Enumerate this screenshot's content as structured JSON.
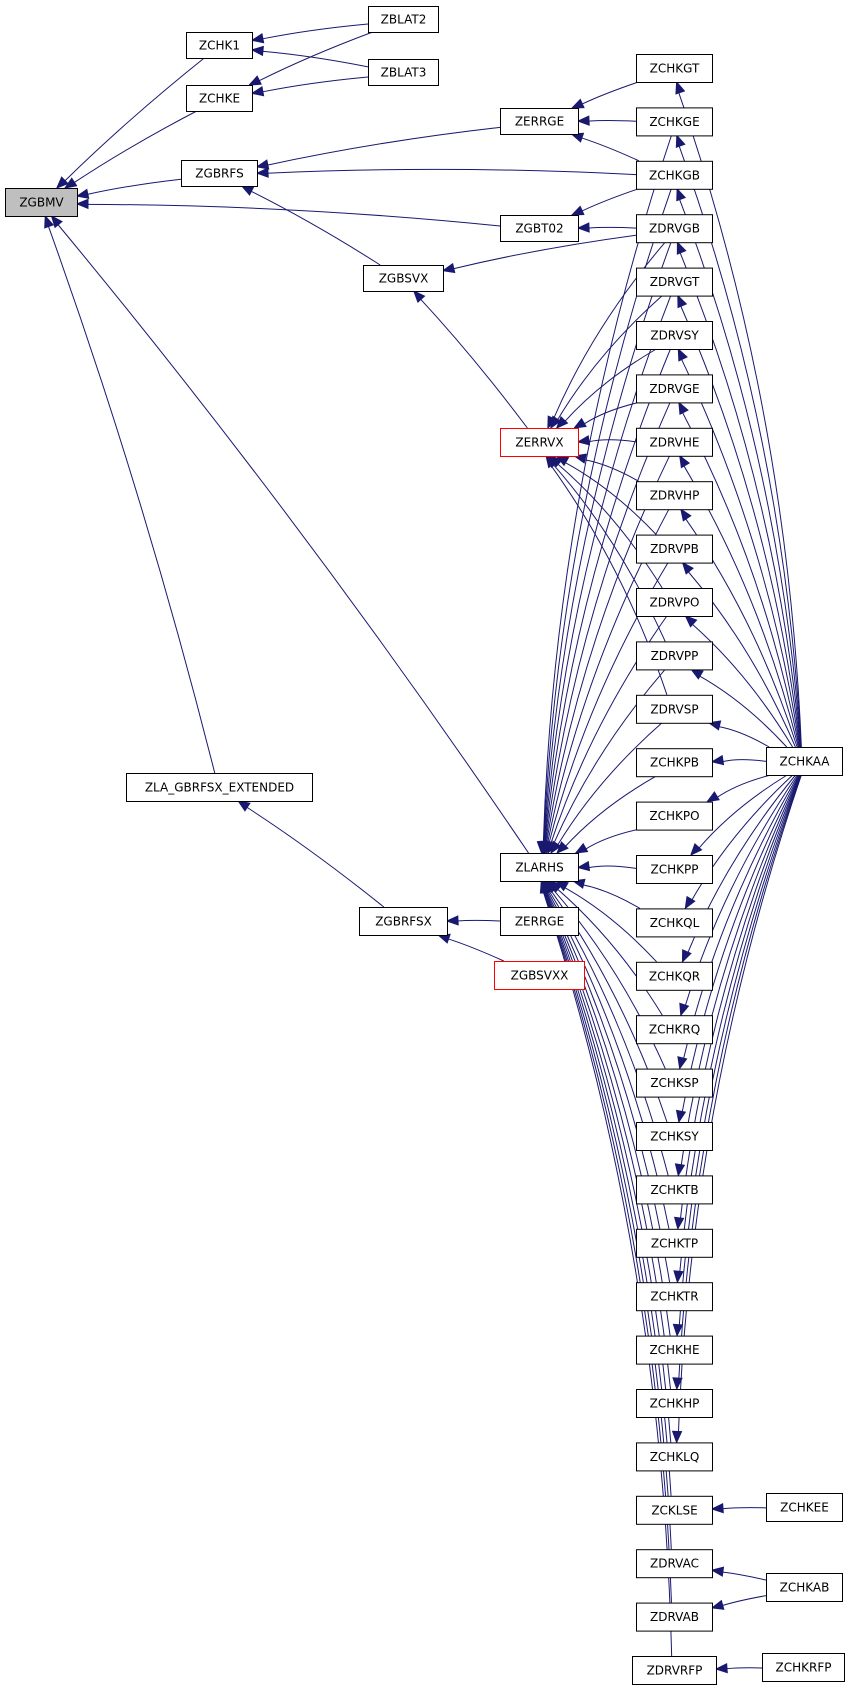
{
  "diagram": {
    "nodes": [
      {
        "id": "ZGBMV",
        "label": "ZGBMV",
        "style": "root"
      },
      {
        "id": "ZCHK1",
        "label": "ZCHK1"
      },
      {
        "id": "ZCHKE",
        "label": "ZCHKE"
      },
      {
        "id": "ZBLAT2",
        "label": "ZBLAT2"
      },
      {
        "id": "ZBLAT3",
        "label": "ZBLAT3"
      },
      {
        "id": "ZGBRFS",
        "label": "ZGBRFS"
      },
      {
        "id": "ZERRGE_A",
        "label": "ZERRGE"
      },
      {
        "id": "ZGBT02",
        "label": "ZGBT02"
      },
      {
        "id": "ZGBSVX",
        "label": "ZGBSVX"
      },
      {
        "id": "ZERRVX",
        "label": "ZERRVX",
        "style": "red"
      },
      {
        "id": "ZLA_GBRFSX_EXTENDED",
        "label": "ZLA_GBRFSX_EXTENDED"
      },
      {
        "id": "ZLARHS",
        "label": "ZLARHS"
      },
      {
        "id": "ZGBRFSX",
        "label": "ZGBRFSX"
      },
      {
        "id": "ZERRGE_B",
        "label": "ZERRGE"
      },
      {
        "id": "ZGBSVXX",
        "label": "ZGBSVXX",
        "style": "red"
      },
      {
        "id": "ZCHKGT",
        "label": "ZCHKGT"
      },
      {
        "id": "ZCHKGE",
        "label": "ZCHKGE"
      },
      {
        "id": "ZCHKGB",
        "label": "ZCHKGB"
      },
      {
        "id": "ZDRVGB",
        "label": "ZDRVGB"
      },
      {
        "id": "ZDRVGT",
        "label": "ZDRVGT"
      },
      {
        "id": "ZDRVSY",
        "label": "ZDRVSY"
      },
      {
        "id": "ZDRVGE",
        "label": "ZDRVGE"
      },
      {
        "id": "ZDRVHE",
        "label": "ZDRVHE"
      },
      {
        "id": "ZDRVHP",
        "label": "ZDRVHP"
      },
      {
        "id": "ZDRVPB",
        "label": "ZDRVPB"
      },
      {
        "id": "ZDRVPO",
        "label": "ZDRVPO"
      },
      {
        "id": "ZDRVPP",
        "label": "ZDRVPP"
      },
      {
        "id": "ZDRVSP",
        "label": "ZDRVSP"
      },
      {
        "id": "ZCHKPB",
        "label": "ZCHKPB"
      },
      {
        "id": "ZCHKPO",
        "label": "ZCHKPO"
      },
      {
        "id": "ZCHKPP",
        "label": "ZCHKPP"
      },
      {
        "id": "ZCHKQL",
        "label": "ZCHKQL"
      },
      {
        "id": "ZCHKQR",
        "label": "ZCHKQR"
      },
      {
        "id": "ZCHKRQ",
        "label": "ZCHKRQ"
      },
      {
        "id": "ZCHKSP",
        "label": "ZCHKSP"
      },
      {
        "id": "ZCHKSY",
        "label": "ZCHKSY"
      },
      {
        "id": "ZCHKTB",
        "label": "ZCHKTB"
      },
      {
        "id": "ZCHKTP",
        "label": "ZCHKTP"
      },
      {
        "id": "ZCHKTR",
        "label": "ZCHKTR"
      },
      {
        "id": "ZCHKHE",
        "label": "ZCHKHE"
      },
      {
        "id": "ZCHKHP",
        "label": "ZCHKHP"
      },
      {
        "id": "ZCHKLQ",
        "label": "ZCHKLQ"
      },
      {
        "id": "ZCKLSE",
        "label": "ZCKLSE"
      },
      {
        "id": "ZDRVAC",
        "label": "ZDRVAC"
      },
      {
        "id": "ZDRVAB",
        "label": "ZDRVAB"
      },
      {
        "id": "ZDRVRFP",
        "label": "ZDRVRFP"
      },
      {
        "id": "ZCHKAA",
        "label": "ZCHKAA"
      },
      {
        "id": "ZCHKEE",
        "label": "ZCHKEE"
      },
      {
        "id": "ZCHKAB",
        "label": "ZCHKAB"
      },
      {
        "id": "ZCHKRFP",
        "label": "ZCHKRFP"
      }
    ],
    "edges": [
      [
        "ZCHK1",
        "ZGBMV"
      ],
      [
        "ZCHKE",
        "ZGBMV"
      ],
      [
        "ZGBRFS",
        "ZGBMV"
      ],
      [
        "ZGBT02",
        "ZGBMV"
      ],
      [
        "ZLA_GBRFSX_EXTENDED",
        "ZGBMV"
      ],
      [
        "ZLARHS",
        "ZGBMV"
      ],
      [
        "ZBLAT2",
        "ZCHK1"
      ],
      [
        "ZBLAT3",
        "ZCHK1"
      ],
      [
        "ZBLAT2",
        "ZCHKE"
      ],
      [
        "ZBLAT3",
        "ZCHKE"
      ],
      [
        "ZERRGE_A",
        "ZGBRFS"
      ],
      [
        "ZCHKGB",
        "ZGBRFS"
      ],
      [
        "ZGBSVX",
        "ZGBRFS"
      ],
      [
        "ZCHKGT",
        "ZERRGE_A"
      ],
      [
        "ZCHKGE",
        "ZERRGE_A"
      ],
      [
        "ZCHKGB",
        "ZERRGE_A"
      ],
      [
        "ZCHKGB",
        "ZGBT02"
      ],
      [
        "ZDRVGB",
        "ZGBT02"
      ],
      [
        "ZDRVGB",
        "ZGBSVX"
      ],
      [
        "ZERRVX",
        "ZGBSVX"
      ],
      [
        "ZDRVGB",
        "ZERRVX"
      ],
      [
        "ZDRVGT",
        "ZERRVX"
      ],
      [
        "ZDRVSY",
        "ZERRVX"
      ],
      [
        "ZDRVGE",
        "ZERRVX"
      ],
      [
        "ZDRVHE",
        "ZERRVX"
      ],
      [
        "ZDRVHP",
        "ZERRVX"
      ],
      [
        "ZDRVPB",
        "ZERRVX"
      ],
      [
        "ZDRVPO",
        "ZERRVX"
      ],
      [
        "ZDRVPP",
        "ZERRVX"
      ],
      [
        "ZDRVSP",
        "ZERRVX"
      ],
      [
        "ZGBRFSX",
        "ZLA_GBRFSX_EXTENDED"
      ],
      [
        "ZERRGE_B",
        "ZGBRFSX"
      ],
      [
        "ZGBSVXX",
        "ZGBRFSX"
      ],
      [
        "ZCHKGE",
        "ZLARHS"
      ],
      [
        "ZCHKGB",
        "ZLARHS"
      ],
      [
        "ZDRVGB",
        "ZLARHS"
      ],
      [
        "ZDRVGT",
        "ZLARHS"
      ],
      [
        "ZDRVSY",
        "ZLARHS"
      ],
      [
        "ZDRVGE",
        "ZLARHS"
      ],
      [
        "ZDRVHE",
        "ZLARHS"
      ],
      [
        "ZDRVHP",
        "ZLARHS"
      ],
      [
        "ZDRVPB",
        "ZLARHS"
      ],
      [
        "ZDRVPO",
        "ZLARHS"
      ],
      [
        "ZDRVPP",
        "ZLARHS"
      ],
      [
        "ZDRVSP",
        "ZLARHS"
      ],
      [
        "ZCHKPB",
        "ZLARHS"
      ],
      [
        "ZCHKPO",
        "ZLARHS"
      ],
      [
        "ZCHKPP",
        "ZLARHS"
      ],
      [
        "ZCHKQL",
        "ZLARHS"
      ],
      [
        "ZCHKQR",
        "ZLARHS"
      ],
      [
        "ZCHKRQ",
        "ZLARHS"
      ],
      [
        "ZCHKSP",
        "ZLARHS"
      ],
      [
        "ZCHKSY",
        "ZLARHS"
      ],
      [
        "ZCHKTB",
        "ZLARHS"
      ],
      [
        "ZCHKTP",
        "ZLARHS"
      ],
      [
        "ZCHKTR",
        "ZLARHS"
      ],
      [
        "ZCHKHE",
        "ZLARHS"
      ],
      [
        "ZCHKHP",
        "ZLARHS"
      ],
      [
        "ZCHKLQ",
        "ZLARHS"
      ],
      [
        "ZCKLSE",
        "ZLARHS"
      ],
      [
        "ZDRVAC",
        "ZLARHS"
      ],
      [
        "ZDRVAB",
        "ZLARHS"
      ],
      [
        "ZDRVRFP",
        "ZLARHS"
      ],
      [
        "ZCHKAA",
        "ZCHKGT"
      ],
      [
        "ZCHKAA",
        "ZCHKGE"
      ],
      [
        "ZCHKAA",
        "ZCHKGB"
      ],
      [
        "ZCHKAA",
        "ZDRVGB"
      ],
      [
        "ZCHKAA",
        "ZDRVGT"
      ],
      [
        "ZCHKAA",
        "ZDRVSY"
      ],
      [
        "ZCHKAA",
        "ZDRVGE"
      ],
      [
        "ZCHKAA",
        "ZDRVHE"
      ],
      [
        "ZCHKAA",
        "ZDRVHP"
      ],
      [
        "ZCHKAA",
        "ZDRVPB"
      ],
      [
        "ZCHKAA",
        "ZDRVPO"
      ],
      [
        "ZCHKAA",
        "ZDRVPP"
      ],
      [
        "ZCHKAA",
        "ZDRVSP"
      ],
      [
        "ZCHKAA",
        "ZCHKPB"
      ],
      [
        "ZCHKAA",
        "ZCHKPO"
      ],
      [
        "ZCHKAA",
        "ZCHKPP"
      ],
      [
        "ZCHKAA",
        "ZCHKQL"
      ],
      [
        "ZCHKAA",
        "ZCHKQR"
      ],
      [
        "ZCHKAA",
        "ZCHKRQ"
      ],
      [
        "ZCHKAA",
        "ZCHKSP"
      ],
      [
        "ZCHKAA",
        "ZCHKSY"
      ],
      [
        "ZCHKAA",
        "ZCHKTB"
      ],
      [
        "ZCHKAA",
        "ZCHKTP"
      ],
      [
        "ZCHKAA",
        "ZCHKTR"
      ],
      [
        "ZCHKAA",
        "ZCHKHE"
      ],
      [
        "ZCHKAA",
        "ZCHKHP"
      ],
      [
        "ZCHKAA",
        "ZCHKLQ"
      ],
      [
        "ZCHKEE",
        "ZCKLSE"
      ],
      [
        "ZCHKAB",
        "ZDRVAC"
      ],
      [
        "ZCHKAB",
        "ZDRVAB"
      ],
      [
        "ZCHKRFP",
        "ZDRVRFP"
      ]
    ]
  }
}
